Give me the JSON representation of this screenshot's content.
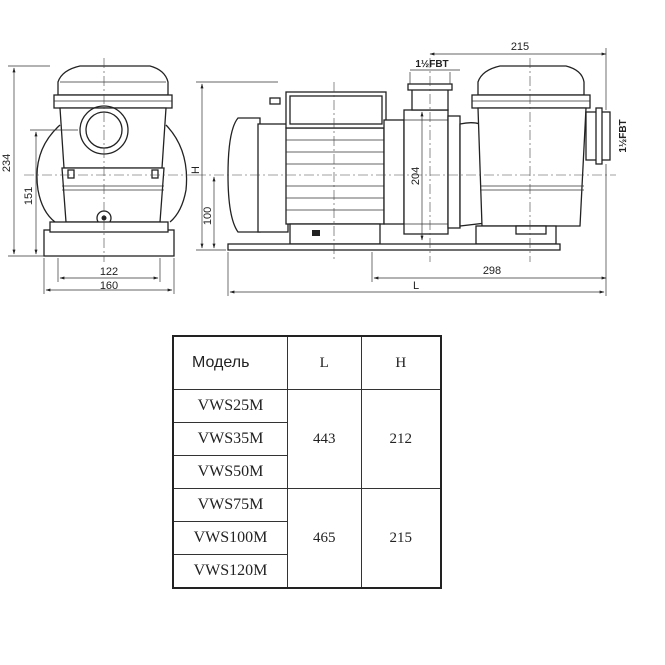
{
  "drawing": {
    "front_view": {
      "dim_height_total": "234",
      "dim_height_inlet": "151",
      "dim_base_inner": "122",
      "dim_base_outer": "160"
    },
    "side_view": {
      "dim_height_var": "H",
      "dim_shaft_height": "100",
      "dim_flange_height": "204",
      "dim_width_top": "215",
      "dim_length_pump": "298",
      "dim_length_total": "L",
      "port_top_label": "1½FBT",
      "port_side_label": "1½FBT"
    }
  },
  "table": {
    "headers": {
      "model": "Модель",
      "L": "L",
      "H": "H"
    },
    "groups": [
      {
        "models": [
          "VWS25M",
          "VWS35M",
          "VWS50M"
        ],
        "L": "443",
        "H": "212"
      },
      {
        "models": [
          "VWS75M",
          "VWS100M",
          "VWS120M"
        ],
        "L": "465",
        "H": "215"
      }
    ]
  }
}
